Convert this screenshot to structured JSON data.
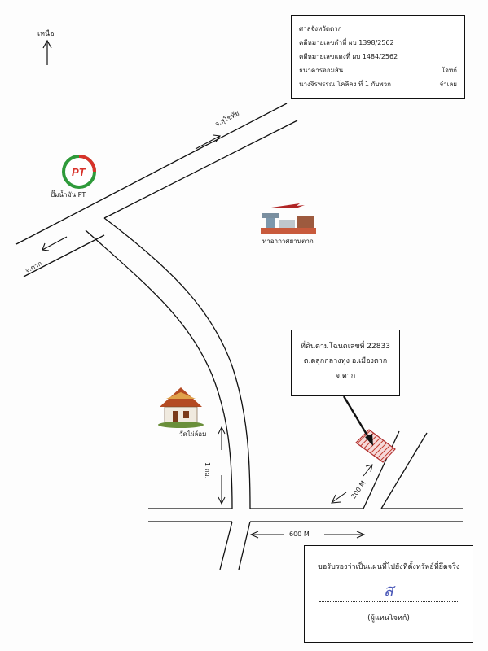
{
  "north": {
    "label": "เหนือ"
  },
  "case_box": {
    "court": "ศาลจังหวัดตาก",
    "black_case": "คดีหมายเลขดำที่ ผบ 1398/2562",
    "red_case": "คดีหมายเลขแดงที่ ผบ 1484/2562",
    "plaintiff_name": "ธนาคารออมสิน",
    "plaintiff_role": "โจทก์",
    "defendant_name": "นางจิรพรรณ  โคลีคง  ที่ 1 กับพวก",
    "defendant_role": "จำเลย"
  },
  "landmarks": {
    "gas_station": "ปั๊มน้ำมัน PT",
    "gas_logo_text": "PT",
    "airport": "ท่าอากาศยานตาก",
    "temple": "วัดไผ่ล้อม"
  },
  "road_labels": {
    "to_sukhothai": "จ.สุโขทัย",
    "to_tak": "จ.ตาก"
  },
  "distances": {
    "vertical": "1 กม.",
    "horizontal": "600 M",
    "diagonal": "200 M"
  },
  "parcel_box": {
    "line1": "ที่ดินตามโฉนดเลขที่ 22833",
    "line2": "ต.ตลุกกลางทุ่ง  อ.เมืองตาก",
    "line3": "จ.ตาก"
  },
  "certification": {
    "statement": "ขอรับรองว่าเป็นแผนที่ไปยังที่ตั้งทรัพย์ที่ยึดจริง",
    "role": "(ผู้แทนโจทก์)"
  },
  "colors": {
    "ink": "#111111",
    "parcel_hatch": "#c0392b",
    "logo_red": "#d8322a",
    "logo_green": "#2e9a3a",
    "signature": "#4a58b8"
  }
}
